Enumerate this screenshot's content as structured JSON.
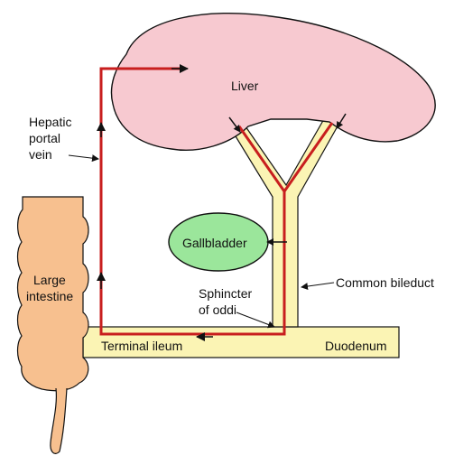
{
  "labels": {
    "liver": "Liver",
    "hepatic_portal_vein_1": "Hepatic",
    "hepatic_portal_vein_2": "portal",
    "hepatic_portal_vein_3": "vein",
    "gallbladder": "Gallbladder",
    "large_intestine_1": "Large",
    "large_intestine_2": "intestine",
    "common_bileduct": "Common bileduct",
    "sphincter_1": "Sphincter",
    "sphincter_2": "of oddi",
    "terminal_ileum": "Terminal ileum",
    "duodenum": "Duodenum"
  },
  "colors": {
    "liver_fill": "#f7c9d0",
    "gallbladder_fill": "#9be69b",
    "intestine_fill": "#f7c08f",
    "duct_fill": "#fbf4b4",
    "vessel_red": "#c81e1e",
    "outline": "#111111"
  }
}
